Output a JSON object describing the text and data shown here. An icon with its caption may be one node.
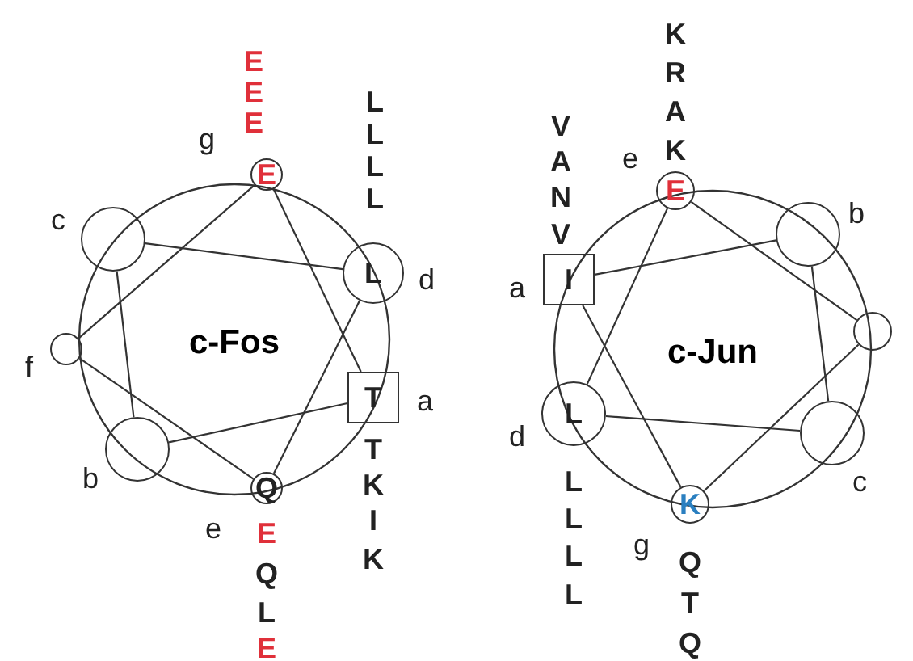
{
  "diagram": {
    "nodes": [
      {
        "text": [
          "E"
        ],
        "beside": [
          "E",
          "E",
          "E",
          "g"
        ]
      },
      {
        "text": [],
        "shape": "circle",
        "beside": [
          "c"
        ]
      },
      {
        "text": [
          "L"
        ],
        "beside": [
          "L",
          "L",
          "L",
          "L",
          "d"
        ]
      },
      {
        "text": [],
        "shape": "circle",
        "beside": [
          "f"
        ]
      },
      {
        "text": [
          "T"
        ],
        "beside": [
          "a",
          "T",
          "K",
          "I",
          "K"
        ]
      },
      {
        "text": [],
        "shape": "circle",
        "beside": [
          "b"
        ]
      },
      {
        "text": [
          "Q"
        ],
        "beside": [
          "e",
          "E",
          "Q",
          "L",
          "E"
        ]
      },
      {
        "text": [
          "E"
        ],
        "beside": [
          "K",
          "R",
          "A",
          "K",
          "e"
        ]
      },
      {
        "text": [
          "I"
        ],
        "beside": [
          "V",
          "A",
          "N",
          "V",
          "a"
        ]
      },
      {
        "text": [],
        "shape": "circle",
        "beside": [
          "b"
        ]
      },
      {
        "text": [],
        "shape": "circle"
      },
      {
        "text": [
          "L"
        ],
        "beside": [
          "d",
          "L",
          "L",
          "L",
          "L"
        ]
      },
      {
        "text": [],
        "shape": "circle",
        "beside": [
          "c"
        ]
      },
      {
        "text": [
          "K"
        ],
        "beside": [
          "g",
          "Q",
          "T",
          "Q"
        ]
      }
    ],
    "edges": [
      {
        "from": 4,
        "to": 5,
        "arrow": "none"
      },
      {
        "from": 5,
        "to": 1,
        "arrow": "none"
      },
      {
        "from": 1,
        "to": 2,
        "arrow": "none"
      },
      {
        "from": 2,
        "to": 6,
        "arrow": "none"
      },
      {
        "from": 6,
        "to": 3,
        "arrow": "none"
      },
      {
        "from": 3,
        "to": 0,
        "arrow": "none"
      },
      {
        "from": 0,
        "to": 4,
        "arrow": "none"
      },
      {
        "from": 8,
        "to": 9,
        "arrow": "none"
      },
      {
        "from": 9,
        "to": 12,
        "arrow": "none"
      },
      {
        "from": 12,
        "to": 11,
        "arrow": "none"
      },
      {
        "from": 11,
        "to": 7,
        "arrow": "none"
      },
      {
        "from": 7,
        "to": 10,
        "arrow": "none"
      },
      {
        "from": 10,
        "to": 13,
        "arrow": "none"
      },
      {
        "from": 13,
        "to": 8,
        "arrow": "none"
      }
    ],
    "labels": [
      "c-Fos",
      "c-Jun"
    ]
  }
}
